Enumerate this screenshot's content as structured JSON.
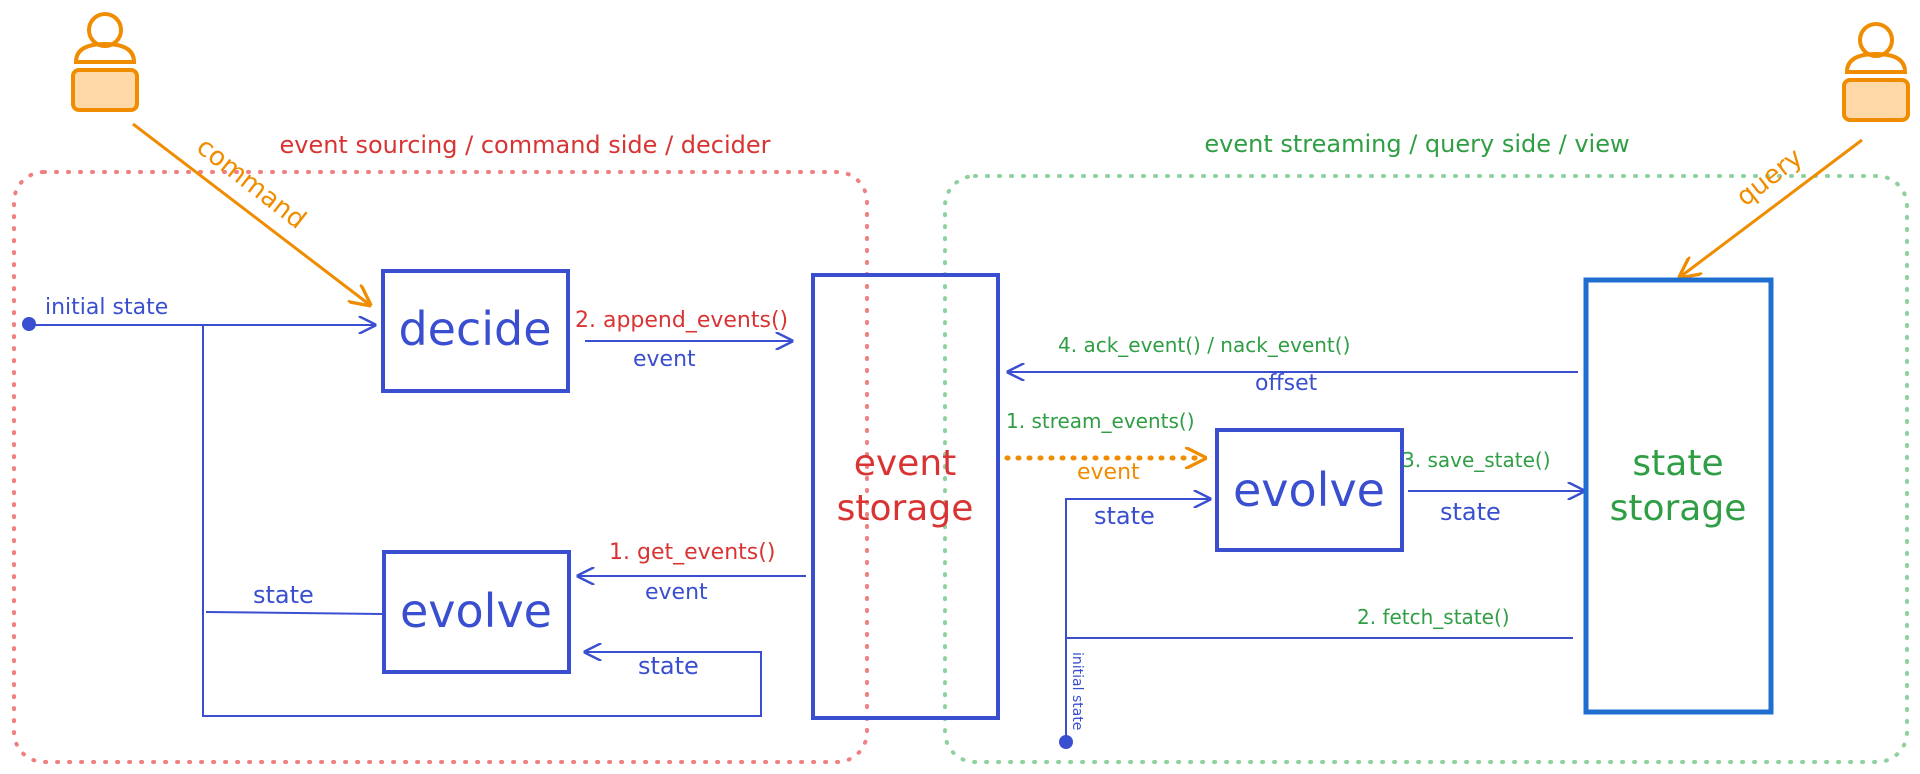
{
  "colors": {
    "blue": "#3a4fd0",
    "red": "#d93434",
    "green": "#2f9e44",
    "orange": "#f08c00",
    "lightOrange": "#ffd8a8",
    "pinkRegion": "#f08080",
    "greenRegion": "#8fd19e",
    "storageBlue": "#1e6fd0"
  },
  "left": {
    "region_title": "event sourcing / command side / decider",
    "command_label": "command",
    "initial_state_label": "initial state",
    "decide_box": "decide",
    "evolve_box": "evolve",
    "append_events_label": "2. append_events()",
    "append_event_sub": "event",
    "get_events_label": "1. get_events()",
    "get_event_sub": "event",
    "state_label_left": "state",
    "state_label_loop": "state"
  },
  "center": {
    "event_storage_line1": "event",
    "event_storage_line2": "storage"
  },
  "right": {
    "region_title": "event streaming / query side / view",
    "query_label": "query",
    "ack_label": "4. ack_event() / nack_event()",
    "offset_label": "offset",
    "stream_events_label": "1. stream_events()",
    "stream_event_sub": "event",
    "state_in_label": "state",
    "evolve_box": "evolve",
    "save_state_label": "3. save_state()",
    "save_state_sub": "state",
    "fetch_state_label": "2. fetch_state()",
    "initial_state_vertical": "initial state",
    "state_storage_line1": "state",
    "state_storage_line2": "storage"
  },
  "icons": [
    "user-icon-left",
    "user-icon-right"
  ]
}
